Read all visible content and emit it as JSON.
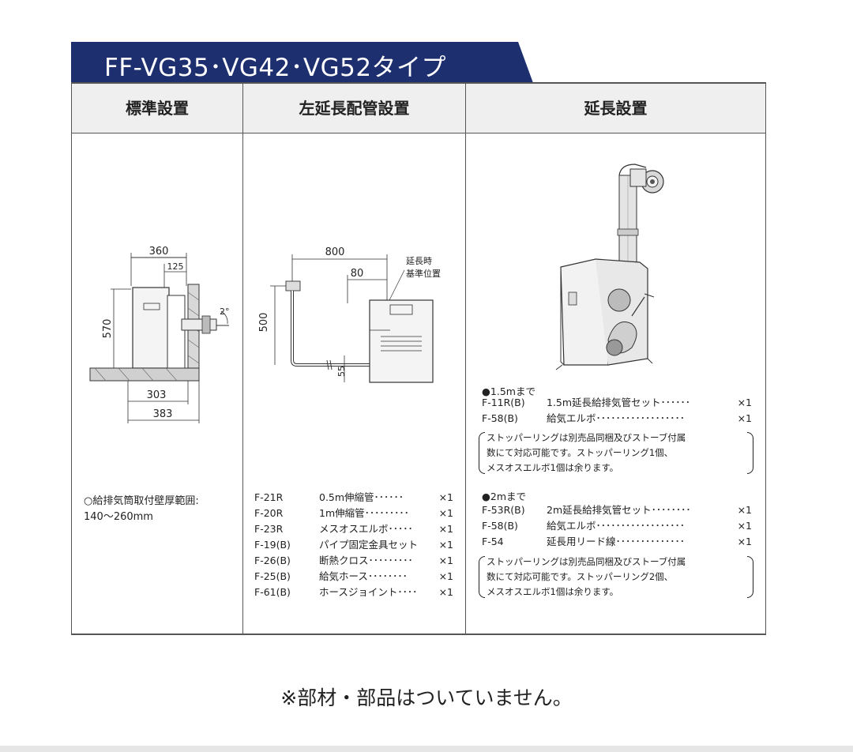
{
  "banner": {
    "title": "FF-VG35･VG42･VG52タイプ"
  },
  "columns": [
    {
      "label": "標準設置"
    },
    {
      "label": "左延長配管設置"
    },
    {
      "label": "延長設置"
    }
  ],
  "standard": {
    "dims": {
      "top": "360",
      "top_inner": "125",
      "height": "570",
      "angle": "2°",
      "base_a": "303",
      "base_b": "383"
    },
    "note_line1": "○給排気筒取付壁厚範囲:",
    "note_line2": "140～260mm"
  },
  "left_extension": {
    "dims": {
      "width": "800",
      "offset": "80",
      "height": "500",
      "low": "55",
      "ref_label_1": "延長時",
      "ref_label_2": "基準位置"
    },
    "parts": [
      {
        "code": "F-21R",
        "name": "0.5m伸縮管･･････",
        "qty": "×1"
      },
      {
        "code": "F-20R",
        "name": "1m伸縮管･････････",
        "qty": "×1"
      },
      {
        "code": "F-23R",
        "name": "メスオスエルボ･････",
        "qty": "×1"
      },
      {
        "code": "F-19(B)",
        "name": "パイプ固定金具セット",
        "qty": "×1"
      },
      {
        "code": "F-26(B)",
        "name": "断熱クロス･････････",
        "qty": "×1"
      },
      {
        "code": "F-25(B)",
        "name": "給気ホース････････",
        "qty": "×1"
      },
      {
        "code": "F-61(B)",
        "name": "ホースジョイント････",
        "qty": "×1"
      }
    ]
  },
  "extension": {
    "section1": {
      "title": "●1.5mまで",
      "parts": [
        {
          "code": "F-11R(B)",
          "name": "1.5m延長給排気管セット･･････",
          "qty": "×1"
        },
        {
          "code": "F-58(B)",
          "name": "給気エルボ･･････････････････",
          "qty": "×1"
        }
      ],
      "note_line1": "ストッパーリングは別売品同梱及びストーブ付属",
      "note_line2": "数にて対応可能です。ストッパーリング1個、",
      "note_line3": "メスオスエルボ1個は余ります。"
    },
    "section2": {
      "title": "●2mまで",
      "parts": [
        {
          "code": "F-53R(B)",
          "name": "2m延長給排気管セット････････",
          "qty": "×1"
        },
        {
          "code": "F-58(B)",
          "name": "給気エルボ･･････････････････",
          "qty": "×1"
        },
        {
          "code": "F-54",
          "name": "延長用リード線･･････････････",
          "qty": "×1"
        }
      ],
      "note_line1": "ストッパーリングは別売品同梱及びストーブ付属",
      "note_line2": "数にて対応可能です。ストッパーリング2個、",
      "note_line3": "メスオスエルボ1個は余ります。"
    }
  },
  "footer": {
    "text": "※部材・部品はついていません。"
  }
}
